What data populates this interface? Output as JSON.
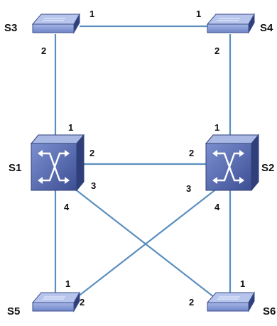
{
  "devices": {
    "S1": {
      "label": "S1",
      "kind": "switch-router"
    },
    "S2": {
      "label": "S2",
      "kind": "switch-router"
    },
    "S3": {
      "label": "S3",
      "kind": "hub"
    },
    "S4": {
      "label": "S4",
      "kind": "hub"
    },
    "S5": {
      "label": "S5",
      "kind": "hub"
    },
    "S6": {
      "label": "S6",
      "kind": "hub"
    }
  },
  "links": [
    {
      "id": "S3-S4",
      "from": "S3",
      "from_port": "1",
      "to": "S4",
      "to_port": "1"
    },
    {
      "id": "S3-S1",
      "from": "S3",
      "from_port": "2",
      "to": "S1",
      "to_port": "1"
    },
    {
      "id": "S4-S2",
      "from": "S4",
      "from_port": "2",
      "to": "S2",
      "to_port": "1"
    },
    {
      "id": "S1-S2",
      "from": "S1",
      "from_port": "2",
      "to": "S2",
      "to_port": "2"
    },
    {
      "id": "S1-S6",
      "from": "S1",
      "from_port": "3",
      "to": "S6",
      "to_port": "2"
    },
    {
      "id": "S2-S5",
      "from": "S2",
      "from_port": "3",
      "to": "S5",
      "to_port": "2"
    },
    {
      "id": "S1-S5",
      "from": "S1",
      "from_port": "4",
      "to": "S5",
      "to_port": "1"
    },
    {
      "id": "S2-S6",
      "from": "S2",
      "from_port": "4",
      "to": "S6",
      "to_port": "1"
    }
  ],
  "colors": {
    "link": "#5b8fc0",
    "device_front": "#5b70b3",
    "device_top": "#a9b9e4",
    "device_side": "#2f3f7a"
  }
}
